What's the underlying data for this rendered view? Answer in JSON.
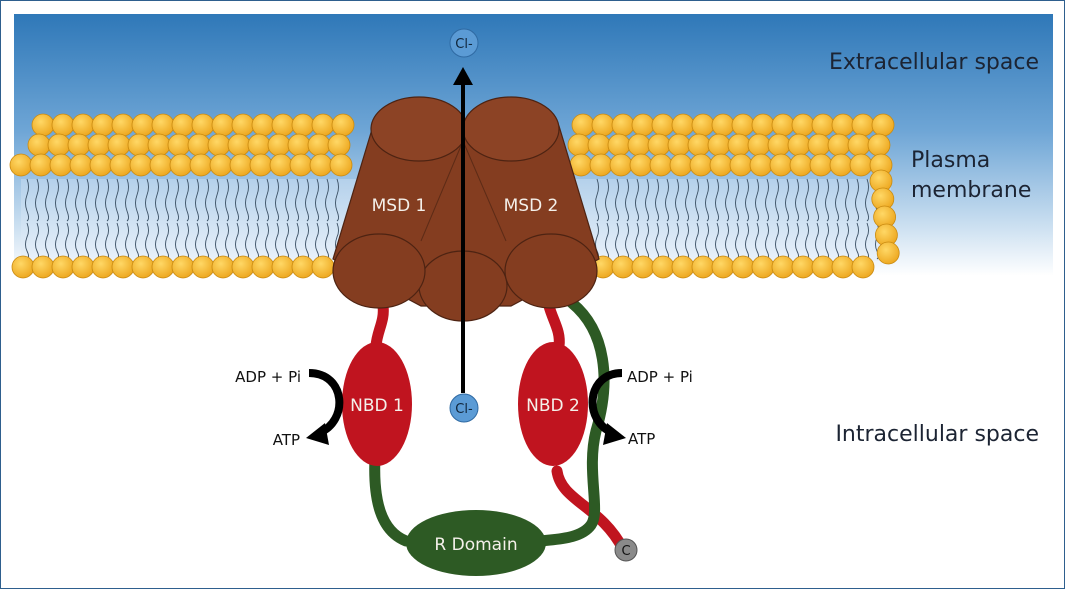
{
  "regions": {
    "extracellular": "Extracellular space",
    "membrane_line1": "Plasma",
    "membrane_line2": "membrane",
    "intracellular": "Intracellular space"
  },
  "domains": {
    "msd1": "MSD 1",
    "msd2": "MSD 2",
    "nbd1": "NBD 1",
    "nbd2": "NBD 2",
    "r_domain": "R Domain",
    "c_terminus": "C"
  },
  "ions": {
    "top": "Cl-",
    "bottom": "Cl-"
  },
  "reactions": {
    "left_product": "ADP + Pi",
    "left_substrate": "ATP",
    "right_product": "ADP + Pi",
    "right_substrate": "ATP"
  },
  "colors": {
    "sky_top": "#2f78b8",
    "lipid_head": "#f5b82e",
    "msd": "#843d20",
    "nbd": "#c0141f",
    "r_domain": "#2d5a24",
    "chloride": "#5b9bd5",
    "c_terminus": "#8a8a8a"
  }
}
